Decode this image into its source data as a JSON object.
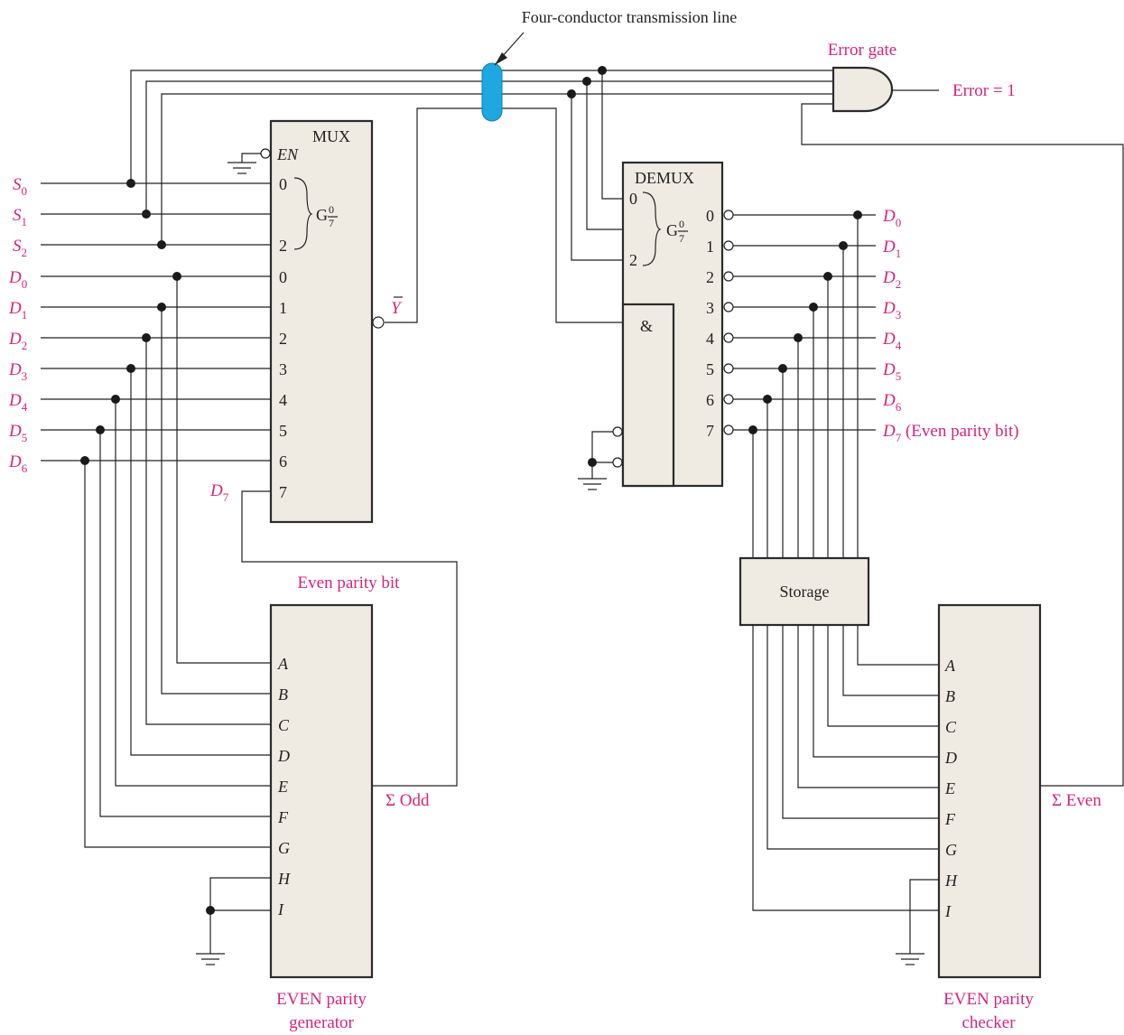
{
  "transmission_label": "Four-conductor transmission line",
  "error_gate": {
    "label": "Error gate",
    "output": "Error = 1"
  },
  "mux": {
    "title": "MUX",
    "enable": "EN",
    "group": "G",
    "group_sup": "0",
    "group_sub": "7",
    "select_pins": [
      "0",
      "2"
    ],
    "data_pins": [
      "0",
      "1",
      "2",
      "3",
      "4",
      "5",
      "6",
      "7"
    ],
    "output": "Y",
    "d7_label": "D",
    "d7_sub": "7"
  },
  "inputs": {
    "select": [
      {
        "name": "S",
        "sub": "0"
      },
      {
        "name": "S",
        "sub": "1"
      },
      {
        "name": "S",
        "sub": "2"
      }
    ],
    "data": [
      {
        "name": "D",
        "sub": "0"
      },
      {
        "name": "D",
        "sub": "1"
      },
      {
        "name": "D",
        "sub": "2"
      },
      {
        "name": "D",
        "sub": "3"
      },
      {
        "name": "D",
        "sub": "4"
      },
      {
        "name": "D",
        "sub": "5"
      },
      {
        "name": "D",
        "sub": "6"
      }
    ]
  },
  "demux": {
    "title": "DEMUX",
    "group": "G",
    "group_sup": "0",
    "group_sub": "7",
    "select_pins": [
      "0",
      "2"
    ],
    "and_symbol": "&",
    "output_pins": [
      "0",
      "1",
      "2",
      "3",
      "4",
      "5",
      "6",
      "7"
    ]
  },
  "outputs": [
    {
      "name": "D",
      "sub": "0",
      "note": ""
    },
    {
      "name": "D",
      "sub": "1",
      "note": ""
    },
    {
      "name": "D",
      "sub": "2",
      "note": ""
    },
    {
      "name": "D",
      "sub": "3",
      "note": ""
    },
    {
      "name": "D",
      "sub": "4",
      "note": ""
    },
    {
      "name": "D",
      "sub": "5",
      "note": ""
    },
    {
      "name": "D",
      "sub": "6",
      "note": ""
    },
    {
      "name": "D",
      "sub": "7",
      "note": " (Even parity bit)"
    }
  ],
  "storage": {
    "label": "Storage"
  },
  "generator": {
    "caption_line1": "EVEN parity",
    "caption_line2": "generator",
    "pins": [
      "A",
      "B",
      "C",
      "D",
      "E",
      "F",
      "G",
      "H",
      "I"
    ],
    "output": "Σ Odd",
    "feedback_label": "Even parity bit"
  },
  "checker": {
    "caption_line1": "EVEN parity",
    "caption_line2": "checker",
    "pins": [
      "A",
      "B",
      "C",
      "D",
      "E",
      "F",
      "G",
      "H",
      "I"
    ],
    "output": "Σ Even"
  },
  "colors": {
    "label": "#d6247d",
    "block_fill": "#efebe2",
    "cable": "#1ea7e0",
    "wire": "#222222"
  }
}
